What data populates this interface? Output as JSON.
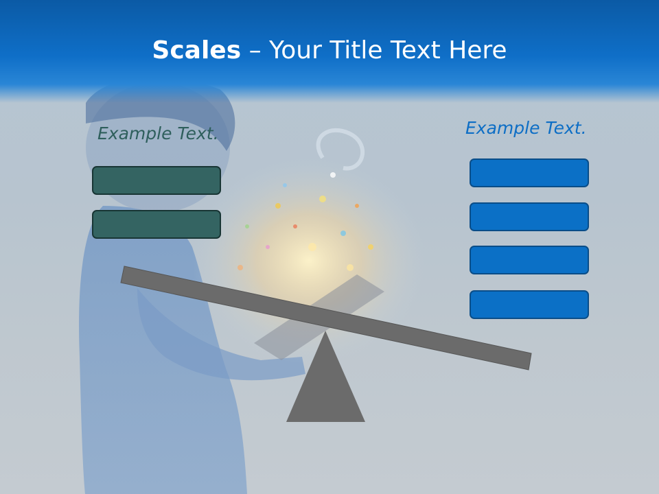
{
  "slide": {
    "title_bold": "Scales",
    "title_separator": " – ",
    "title_rest": "Your Title Text Here",
    "left_label": "Example Text.",
    "right_label": "Example Text."
  },
  "colors": {
    "header_blue": "#0f6fc8",
    "left_box_fill": "#346462",
    "right_box_fill": "#0b70c6",
    "scale_gray": "#6b6b6b"
  }
}
